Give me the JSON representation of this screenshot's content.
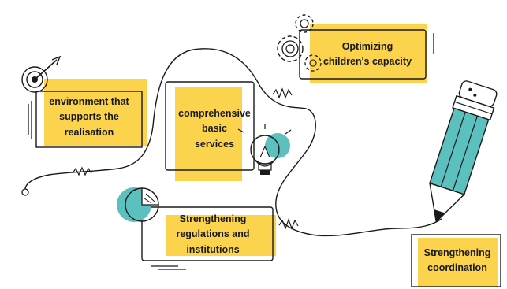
{
  "colors": {
    "accent_yellow": "#fcd34d",
    "accent_teal": "#5bc0be",
    "ink": "#1a1a1a",
    "background": "#ffffff"
  },
  "steps": [
    {
      "id": "env",
      "text": "environment that\nsupports the\nrealisation",
      "icon": "target-arrow-icon"
    },
    {
      "id": "services",
      "text": "comprehensive\nbasic\nservices",
      "icon": "light-bulb-icon"
    },
    {
      "id": "capacity",
      "text": "Optimizing\nchildren's capacity",
      "icon": "gears-icon"
    },
    {
      "id": "regulations",
      "text": "Strengthening\nregulations and\ninstitutions",
      "icon": "pie-chart-icon"
    },
    {
      "id": "coordination",
      "text": "Strengthening\ncoordination",
      "icon": "pencil-icon"
    }
  ]
}
